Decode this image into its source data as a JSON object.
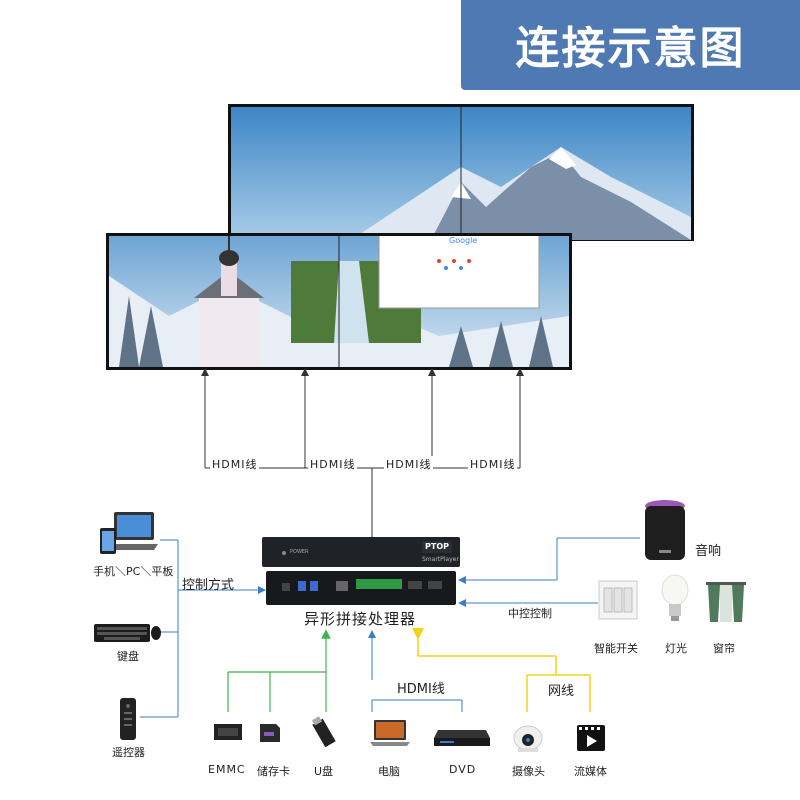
{
  "title": "连接示意图",
  "hdmi_labels": [
    "HDMI线",
    "HDMI线",
    "HDMI线",
    "HDMI线"
  ],
  "processor": {
    "brand": "PTOP",
    "model": "SmartPlayer",
    "power_label": "POWER",
    "name": "异形拼接处理器"
  },
  "control": {
    "method_label": "控制方式",
    "central_label": "中控控制",
    "network_label": "网线",
    "hdmi_input_label": "HDMI线"
  },
  "screen_ui": {
    "search_brand": "Google"
  },
  "left_devices": [
    {
      "label": "手机＼PC＼平板",
      "icon": "devices-icon"
    },
    {
      "label": "键盘",
      "icon": "keyboard-icon"
    },
    {
      "label": "遥控器",
      "icon": "remote-icon"
    }
  ],
  "right_devices": [
    {
      "label": "音响",
      "icon": "speaker-icon"
    },
    {
      "label": "智能开关",
      "icon": "switch-icon"
    },
    {
      "label": "灯光",
      "icon": "bulb-icon"
    },
    {
      "label": "窗帘",
      "icon": "curtain-icon"
    }
  ],
  "bottom_devices": [
    {
      "label": "EMMC",
      "icon": "emmc-icon"
    },
    {
      "label": "储存卡",
      "icon": "sdcard-icon"
    },
    {
      "label": "U盘",
      "icon": "usb-icon"
    },
    {
      "label": "电脑",
      "icon": "laptop-icon"
    },
    {
      "label": "DVD",
      "icon": "dvd-icon"
    },
    {
      "label": "摄像头",
      "icon": "camera-icon"
    },
    {
      "label": "流媒体",
      "icon": "stream-icon"
    }
  ],
  "colors": {
    "title_bg": "#4e79b3",
    "green_line": "#3cb44b",
    "blue_line": "#3a7dc9",
    "yellow_line": "#f2d21b",
    "black_line": "#333333"
  }
}
